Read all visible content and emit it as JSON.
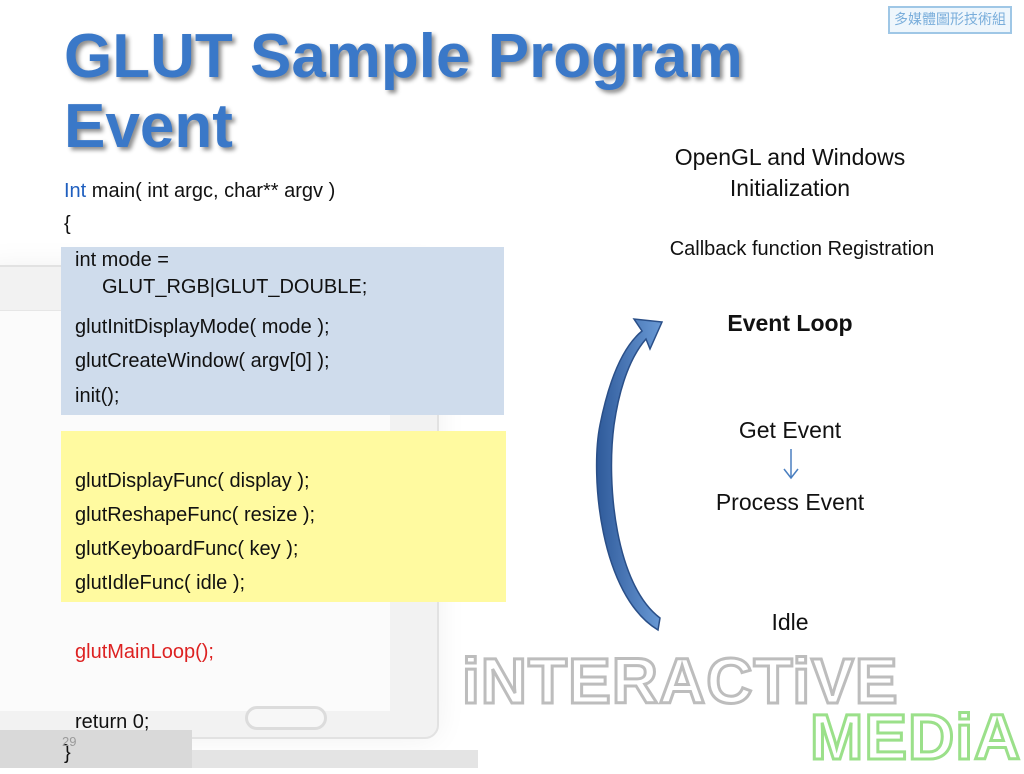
{
  "slide": {
    "title_line1": "GLUT Sample Program",
    "title_line2": "Event",
    "badge": "多媒體圖形技術組",
    "page_number": "29"
  },
  "code": {
    "signature_kw": "Int",
    "signature_rest": " main( int argc, char** argv )",
    "open_brace": "{",
    "init_block": [
      "int mode =",
      "GLUT_RGB|GLUT_DOUBLE;",
      "glutInitDisplayMode( mode );",
      "glutCreateWindow( argv[0] );",
      "init();"
    ],
    "callback_block": [
      "glutDisplayFunc( display );",
      "glutReshapeFunc( resize );",
      "glutKeyboardFunc( key );",
      "glutIdleFunc( idle );"
    ],
    "main_loop": "glutMainLoop();",
    "return_stmt": "return 0;",
    "close_brace": "}"
  },
  "flow": {
    "init_line1": "OpenGL and Windows",
    "init_line2": "Initialization",
    "callback": "Callback function Registration",
    "event_loop": "Event Loop",
    "get_event": "Get Event",
    "process_event": "Process Event",
    "idle": "Idle"
  },
  "logo": {
    "word1": "iNTERACTiVE",
    "word2": "MEDiA"
  },
  "colors": {
    "title": "#3a78c8",
    "keyword": "#1f5fbf",
    "main_loop": "#dd2222",
    "init_box": "#cfdcec",
    "callback_box": "#fffaa0",
    "arrow": "#3a68a8"
  }
}
